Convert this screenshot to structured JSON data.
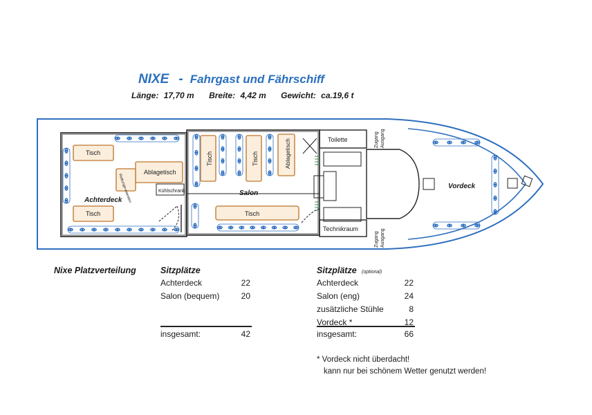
{
  "title": {
    "name": "NIXE",
    "dash": "-",
    "subtitle": "Fahrgast und Fährschiff"
  },
  "specs": {
    "length_label": "Länge:",
    "length_value": "17,70 m",
    "width_label": "Breite:",
    "width_value": "4,42 m",
    "weight_label": "Gewicht:",
    "weight_value": "ca.19,6 t"
  },
  "plan": {
    "tisch": "Tisch",
    "ablagetisch": "Ablagetisch",
    "kuehlschrank": "Kühlschrank",
    "bordwand": "Rettungs-waesten",
    "achterdeck": "Achterdeck",
    "salon": "Salon",
    "toilette": "Toilette",
    "technikraum": "Technikraum",
    "vordeck": "Vordeck",
    "zugang": "Zugang",
    "ausgang": "Ausgang"
  },
  "seating": {
    "section_title": "Nixe Platzverteilung",
    "standard": {
      "heading": "Sitzplätze",
      "rows": [
        {
          "label": "Achterdeck",
          "value": "22"
        },
        {
          "label": "Salon (bequem)",
          "value": "20"
        }
      ],
      "total_label": "insgesamt:",
      "total_value": "42"
    },
    "optional": {
      "heading": "Sitzplätze",
      "heading_note": "(optional)",
      "rows": [
        {
          "label": "Achterdeck",
          "value": "22"
        },
        {
          "label": "Salon (eng)",
          "value": "24"
        },
        {
          "label": "zusätzliche Stühle",
          "value": "8"
        },
        {
          "label": "Vordeck *",
          "value": "12"
        }
      ],
      "total_label": "insgesamt:",
      "total_value": "66"
    },
    "note_line1": "* Vordeck nicht überdacht!",
    "note_line2": "kann nur bei schönem Wetter genutzt werden!"
  },
  "colors": {
    "title": "#2a6fbd",
    "hull": "#2f6fbe",
    "table": "#c98a4a",
    "seat": "#2f6fbe"
  }
}
